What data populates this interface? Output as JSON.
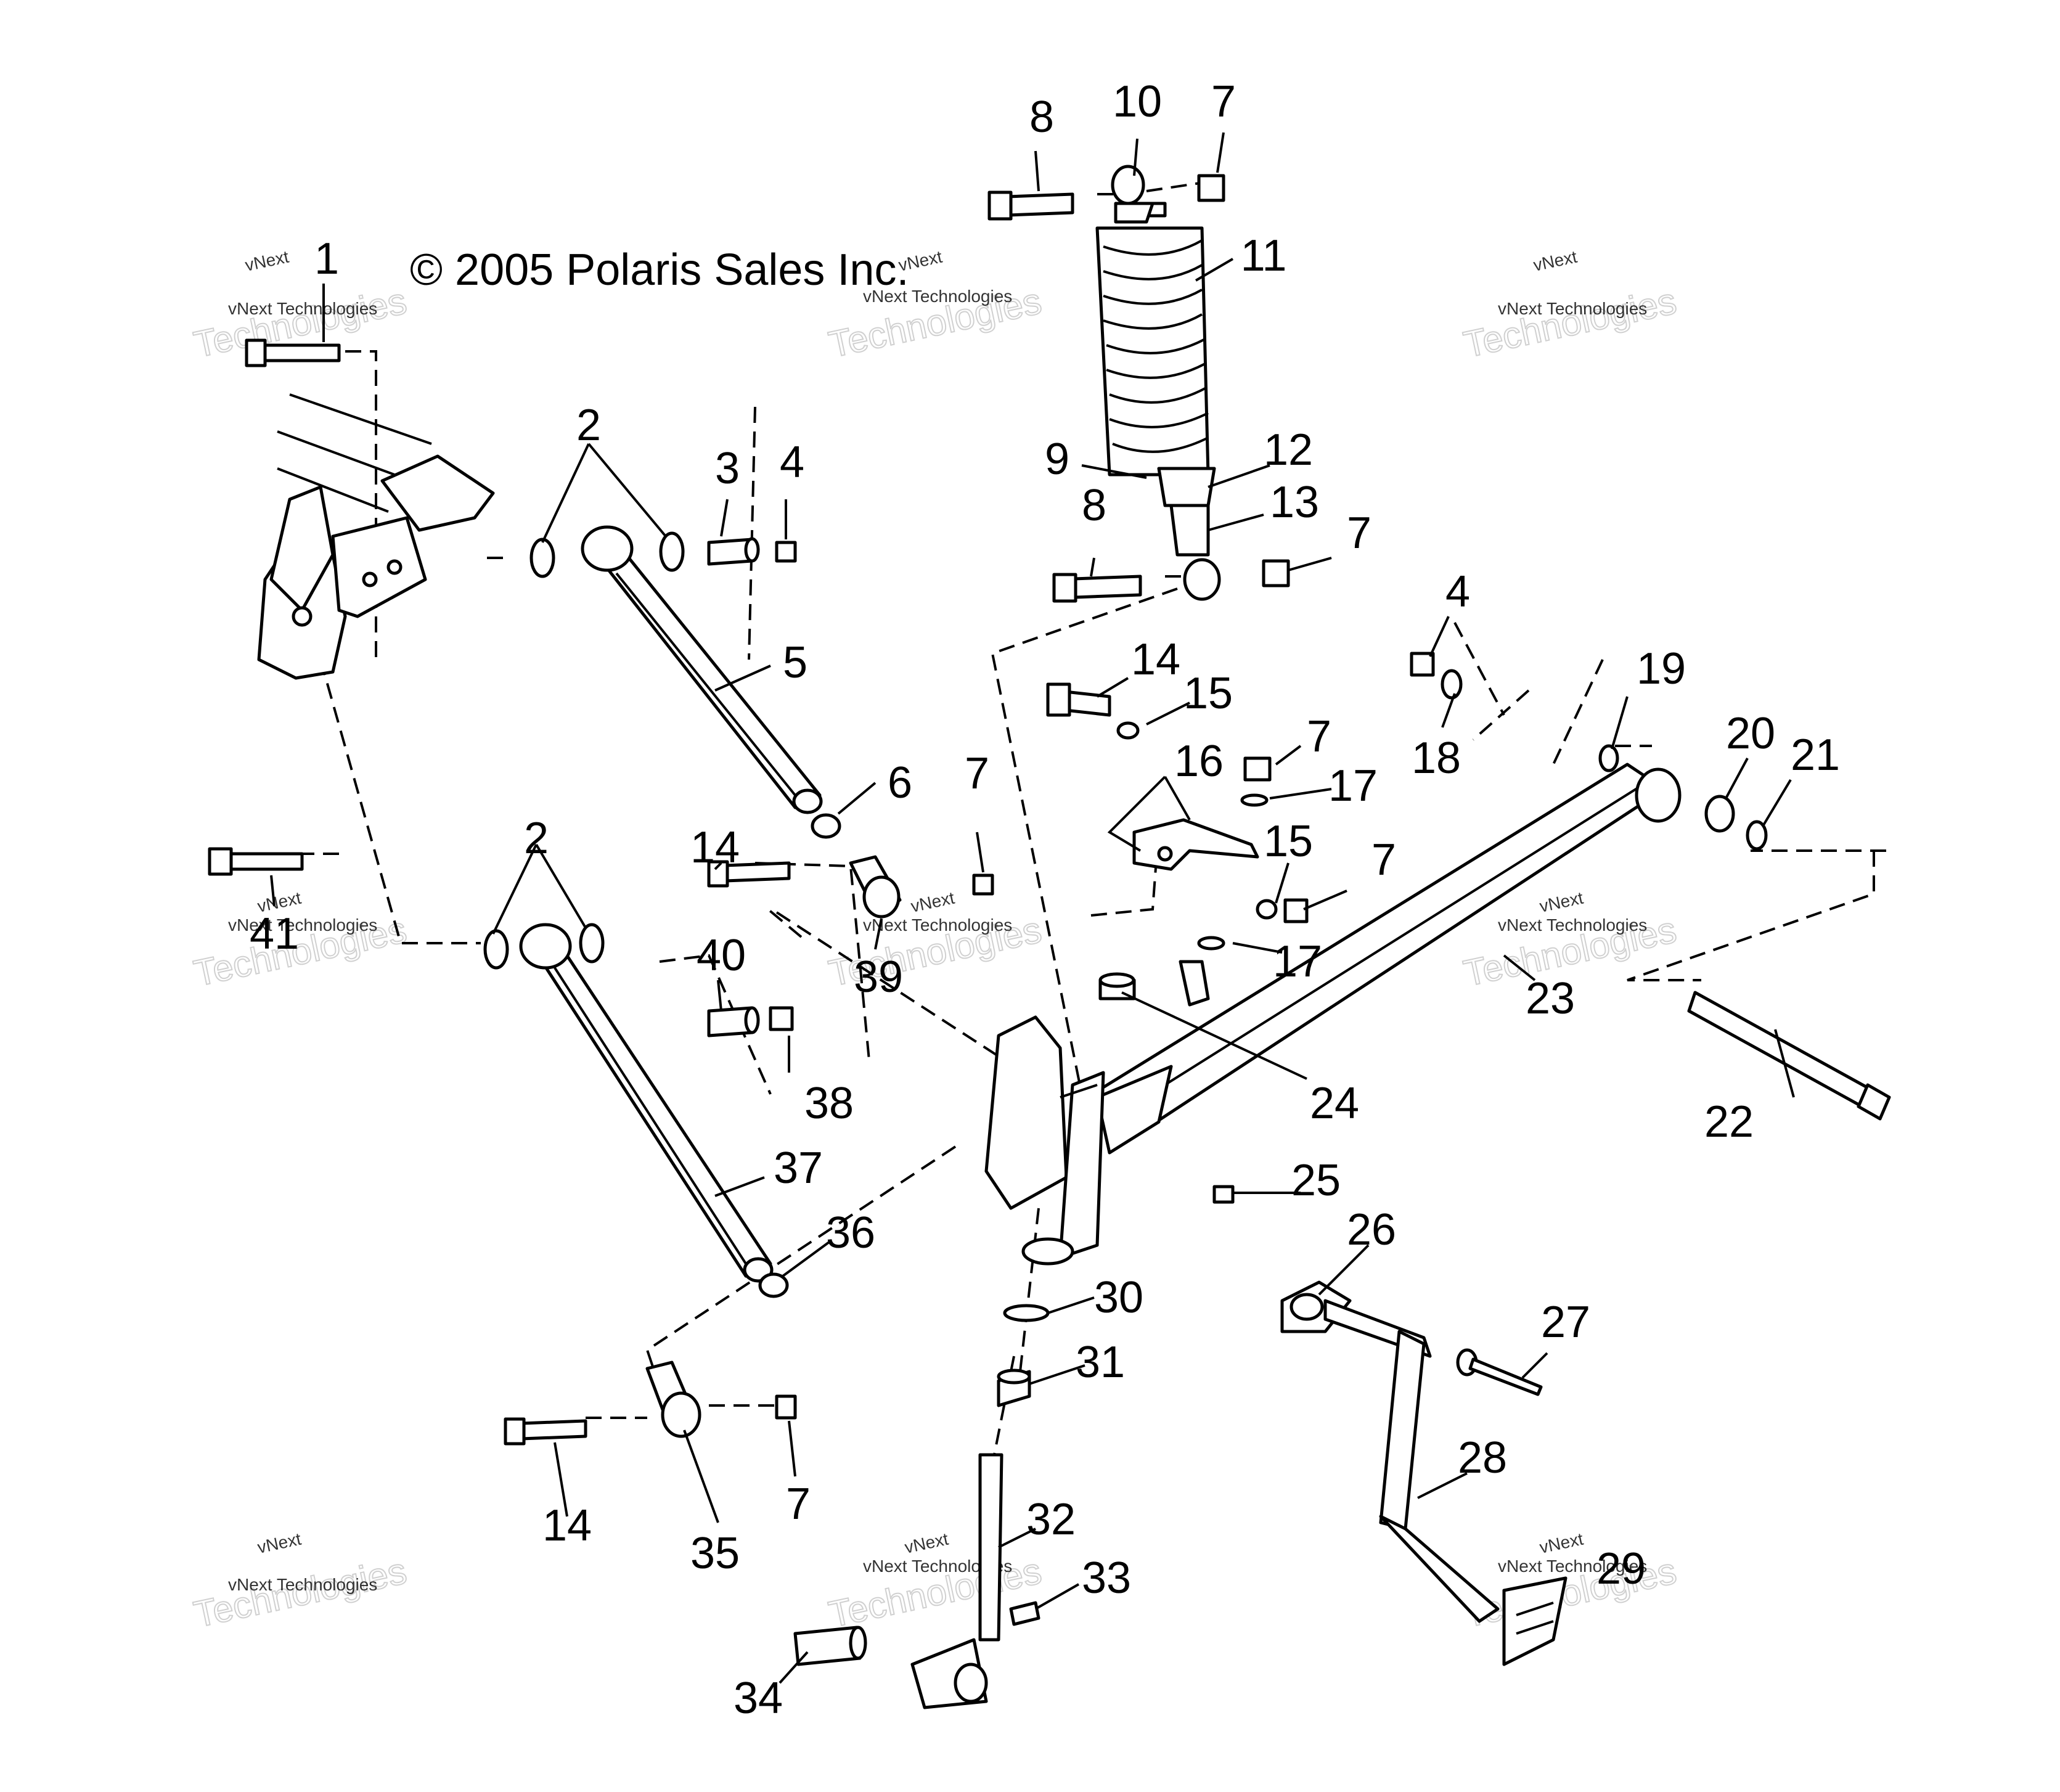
{
  "copyright": "© 2005 Polaris Sales Inc.",
  "watermark": {
    "line1": "vNext",
    "line2": "vNext Technologies",
    "line3": "Technologies"
  },
  "callouts": [
    {
      "id": "1",
      "label": "1"
    },
    {
      "id": "2a",
      "label": "2"
    },
    {
      "id": "2b",
      "label": "2"
    },
    {
      "id": "3",
      "label": "3"
    },
    {
      "id": "4a",
      "label": "4"
    },
    {
      "id": "4b",
      "label": "4"
    },
    {
      "id": "5",
      "label": "5"
    },
    {
      "id": "6",
      "label": "6"
    },
    {
      "id": "7a",
      "label": "7"
    },
    {
      "id": "7b",
      "label": "7"
    },
    {
      "id": "7c",
      "label": "7"
    },
    {
      "id": "7d",
      "label": "7"
    },
    {
      "id": "7e",
      "label": "7"
    },
    {
      "id": "7f",
      "label": "7"
    },
    {
      "id": "8a",
      "label": "8"
    },
    {
      "id": "8b",
      "label": "8"
    },
    {
      "id": "9",
      "label": "9"
    },
    {
      "id": "10",
      "label": "10"
    },
    {
      "id": "11",
      "label": "11"
    },
    {
      "id": "12",
      "label": "12"
    },
    {
      "id": "13",
      "label": "13"
    },
    {
      "id": "14a",
      "label": "14"
    },
    {
      "id": "14b",
      "label": "14"
    },
    {
      "id": "14c",
      "label": "14"
    },
    {
      "id": "15a",
      "label": "15"
    },
    {
      "id": "15b",
      "label": "15"
    },
    {
      "id": "16",
      "label": "16"
    },
    {
      "id": "17a",
      "label": "17"
    },
    {
      "id": "17b",
      "label": "17"
    },
    {
      "id": "18",
      "label": "18"
    },
    {
      "id": "19",
      "label": "19"
    },
    {
      "id": "20",
      "label": "20"
    },
    {
      "id": "21",
      "label": "21"
    },
    {
      "id": "22",
      "label": "22"
    },
    {
      "id": "23",
      "label": "23"
    },
    {
      "id": "24",
      "label": "24"
    },
    {
      "id": "25",
      "label": "25"
    },
    {
      "id": "26",
      "label": "26"
    },
    {
      "id": "27",
      "label": "27"
    },
    {
      "id": "28",
      "label": "28"
    },
    {
      "id": "29",
      "label": "29"
    },
    {
      "id": "30",
      "label": "30"
    },
    {
      "id": "31",
      "label": "31"
    },
    {
      "id": "32",
      "label": "32"
    },
    {
      "id": "33",
      "label": "33"
    },
    {
      "id": "34",
      "label": "34"
    },
    {
      "id": "35",
      "label": "35"
    },
    {
      "id": "36",
      "label": "36"
    },
    {
      "id": "37",
      "label": "37"
    },
    {
      "id": "38",
      "label": "38"
    },
    {
      "id": "39",
      "label": "39"
    },
    {
      "id": "40",
      "label": "40"
    },
    {
      "id": "41",
      "label": "41"
    }
  ]
}
